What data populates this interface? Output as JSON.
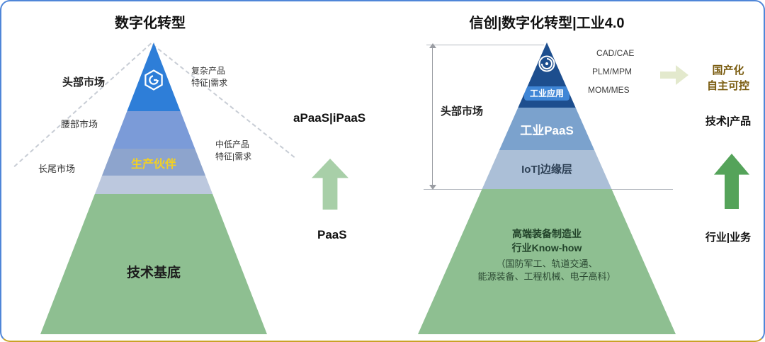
{
  "left": {
    "title": "数字化转型",
    "markets": {
      "top": "头部市场",
      "middle": "腰部市场",
      "tail": "长尾市场"
    },
    "annotation_top": {
      "line1": "复杂产品",
      "line2": "特征|需求"
    },
    "annotation_mid": {
      "line1": "中低产品",
      "line2": "特征|需求"
    },
    "band_partner": "生产伙伴",
    "band_base": "技术基底",
    "side": {
      "apaas": "aPaaS|iPaaS",
      "paas": "PaaS"
    }
  },
  "right": {
    "title": "信创|数字化转型|工业4.0",
    "market_top": "头部市场",
    "bands": {
      "app": "工业应用",
      "paas": "工业PaaS",
      "iot": "IoT|边缘层"
    },
    "green": {
      "line1": "高端装备制造业",
      "line2": "行业Know-how",
      "line3": "（国防军工、轨道交通、",
      "line4": "能源装备、工程机械、电子高科）"
    },
    "tech_labels": [
      "CAD/CAE",
      "PLM/MPM",
      "MOM/MES"
    ],
    "side": {
      "l1": "国产化",
      "l2": "自主可控",
      "l3": "技术|产品",
      "l4": "行业|业务"
    }
  },
  "colors": {
    "apex_blue": "#2e7ed8",
    "navy": "#1d4e8e",
    "green": "#8ebf91",
    "accent_yellow": "#f2d024",
    "arrow_light_green": "#a8cfa8",
    "arrow_green": "#55a35a",
    "pale_arrow": "#e3e9cd",
    "border_blue": "#4f86d8",
    "border_gold": "#c9a227"
  }
}
